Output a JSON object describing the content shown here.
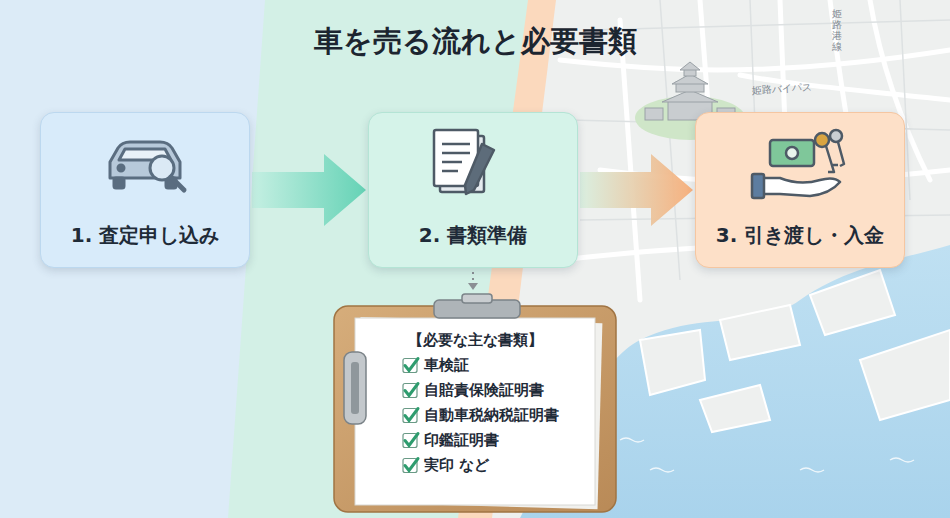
{
  "diagram": {
    "title": "車を売る流れと必要書類",
    "nodes": [
      {
        "text": [
          "1. 査定申し込み"
        ]
      },
      {
        "text": [
          "2. 書類準備"
        ]
      },
      {
        "text": [
          "3. 引き渡し・入金"
        ]
      },
      {
        "text": [
          "【必要な主な書類】",
          "車検証",
          "自賠責保険証明書",
          "自動車税納税証明書",
          "印鑑証明書",
          "実印 など"
        ]
      }
    ],
    "edges": [
      {
        "from": 0,
        "to": 1,
        "arrow": "to"
      },
      {
        "from": 1,
        "to": 2,
        "arrow": "to"
      },
      {
        "from": 1,
        "to": 3,
        "arrow": "to"
      }
    ],
    "labels": [
      "姫路バイパス",
      "姫路港線"
    ]
  }
}
